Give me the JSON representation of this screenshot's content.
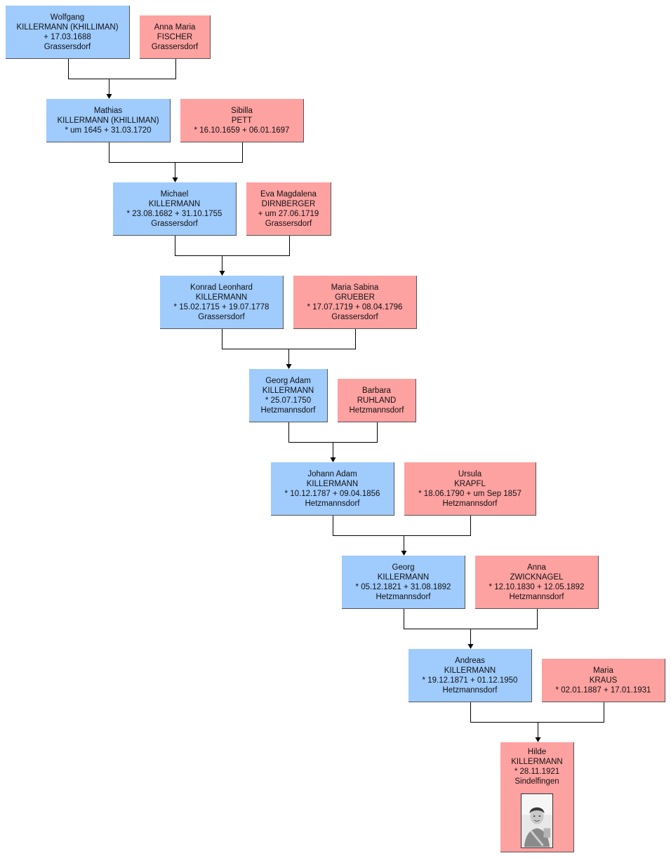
{
  "people": [
    {
      "id": "wolfgang",
      "sex": "male",
      "lines": [
        "Wolfgang",
        "KILLERMANN (KHILLIMAN)",
        "+ 17.03.1688",
        "Grassersdorf"
      ]
    },
    {
      "id": "anna-maria",
      "sex": "female",
      "lines": [
        "Anna Maria",
        "FISCHER",
        "Grassersdorf"
      ]
    },
    {
      "id": "mathias",
      "sex": "male",
      "lines": [
        "Mathias",
        "KILLERMANN (KHILLIMAN)",
        "* um 1645  + 31.03.1720"
      ]
    },
    {
      "id": "sibilla",
      "sex": "female",
      "lines": [
        "Sibilla",
        "PETT",
        "* 16.10.1659  + 06.01.1697"
      ]
    },
    {
      "id": "michael",
      "sex": "male",
      "lines": [
        "Michael",
        "KILLERMANN",
        "* 23.08.1682  + 31.10.1755",
        "Grassersdorf"
      ]
    },
    {
      "id": "eva-magdalena",
      "sex": "female",
      "lines": [
        "Eva Magdalena",
        "DIRNBERGER",
        "+ um 27.06.1719",
        "Grassersdorf"
      ]
    },
    {
      "id": "konrad-leonhard",
      "sex": "male",
      "lines": [
        "Konrad Leonhard",
        "KILLERMANN",
        "* 15.02.1715  + 19.07.1778",
        "Grassersdorf"
      ]
    },
    {
      "id": "maria-sabina",
      "sex": "female",
      "lines": [
        "Maria Sabina",
        "GRUEBER",
        "* 17.07.1719  + 08.04.1796",
        "Grassersdorf"
      ]
    },
    {
      "id": "georg-adam",
      "sex": "male",
      "lines": [
        "Georg Adam",
        "KILLERMANN",
        "* 25.07.1750",
        "Hetzmannsdorf"
      ]
    },
    {
      "id": "barbara",
      "sex": "female",
      "lines": [
        "Barbara",
        "RUHLAND",
        "Hetzmannsdorf"
      ]
    },
    {
      "id": "johann-adam",
      "sex": "male",
      "lines": [
        "Johann Adam",
        "KILLERMANN",
        "* 10.12.1787  + 09.04.1856",
        "Hetzmannsdorf"
      ]
    },
    {
      "id": "ursula",
      "sex": "female",
      "lines": [
        "Ursula",
        "KRAPFL",
        "* 18.06.1790  + um Sep 1857",
        "Hetzmannsdorf"
      ]
    },
    {
      "id": "georg",
      "sex": "male",
      "lines": [
        "Georg",
        "KILLERMANN",
        "* 05.12.1821  + 31.08.1892",
        "Hetzmannsdorf"
      ]
    },
    {
      "id": "anna",
      "sex": "female",
      "lines": [
        "Anna",
        "ZWICKNAGEL",
        "* 12.10.1830  + 12.05.1892",
        "Hetzmannsdorf"
      ]
    },
    {
      "id": "andreas",
      "sex": "male",
      "lines": [
        "Andreas",
        "KILLERMANN",
        "* 19.12.1871  + 01.12.1950",
        "Hetzmannsdorf"
      ]
    },
    {
      "id": "maria",
      "sex": "female",
      "lines": [
        "Maria",
        "KRAUS",
        "* 02.01.1887  + 17.01.1931"
      ]
    },
    {
      "id": "hilde",
      "sex": "female",
      "lines": [
        "Hilde",
        "KILLERMANN",
        "* 28.11.1921",
        "Sindelfingen"
      ],
      "has_photo": true
    }
  ],
  "colors": {
    "male": "#9fcbfd",
    "female": "#fea1a1",
    "line": "#000000",
    "border": "#555555"
  }
}
